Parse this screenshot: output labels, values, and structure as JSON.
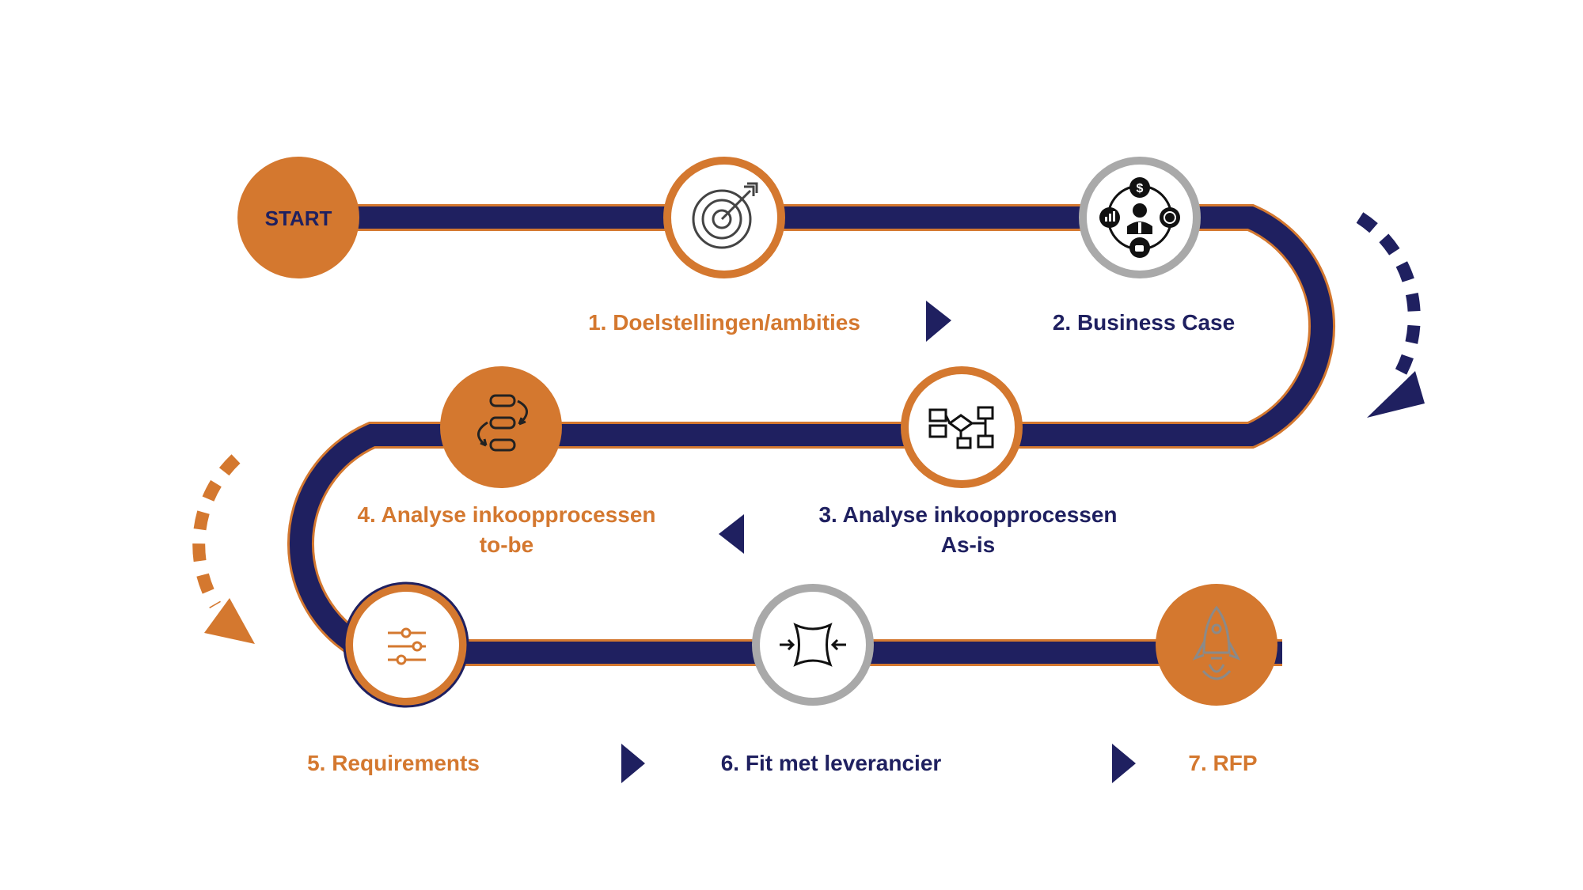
{
  "colors": {
    "navy": "#1F2060",
    "orange": "#D4782F",
    "grey": "#A9A9A9",
    "white": "#FFFFFF"
  },
  "start": {
    "label": "START"
  },
  "steps": [
    {
      "label": "1. Doelstellingen/ambities",
      "icon": "target-icon"
    },
    {
      "label": "2. Business Case",
      "icon": "business-case-icon"
    },
    {
      "label_line1": "3. Analyse inkoopprocessen",
      "label_line2": "As-is",
      "icon": "flowchart-icon"
    },
    {
      "label_line1": "4. Analyse inkoopprocessen",
      "label_line2": "to-be",
      "icon": "process-cycle-icon"
    },
    {
      "label": "5. Requirements",
      "icon": "sliders-icon"
    },
    {
      "label": "6. Fit met leverancier",
      "icon": "fit-icon"
    },
    {
      "label": "7. RFP",
      "icon": "rocket-icon"
    }
  ]
}
